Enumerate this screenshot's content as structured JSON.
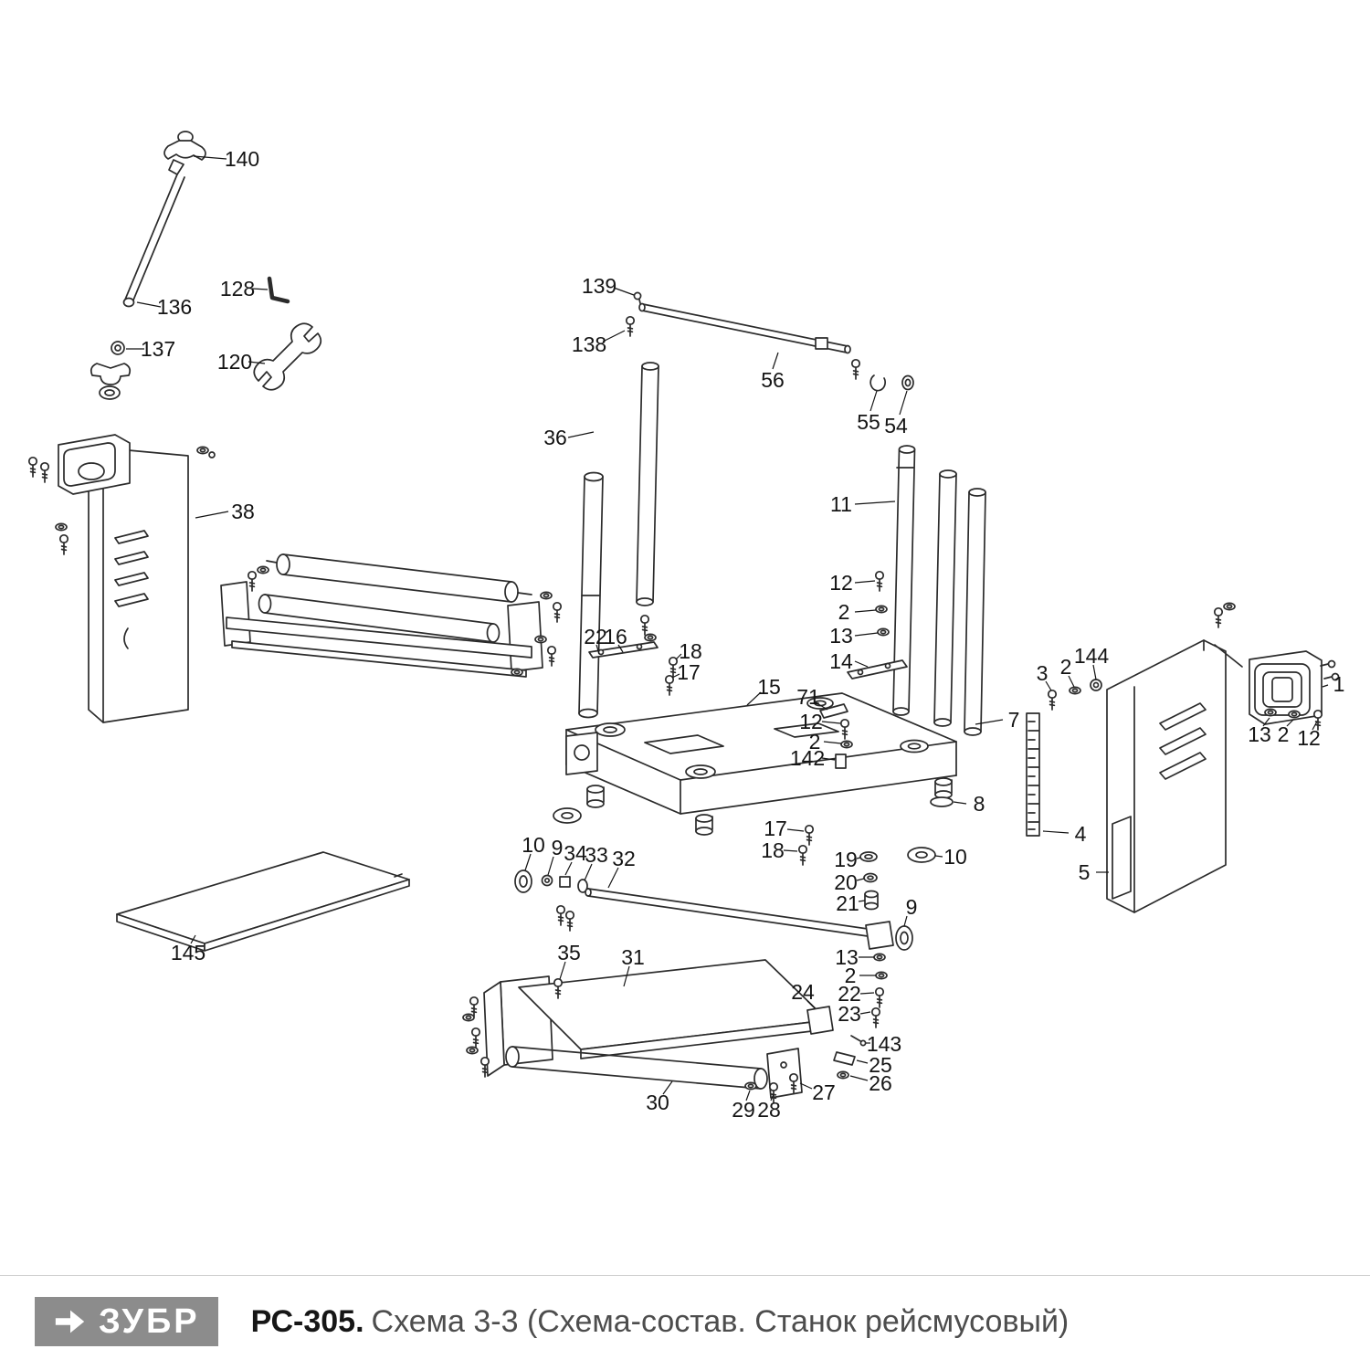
{
  "footer": {
    "brand": "ЗУБР",
    "model": "РС-305.",
    "title": "Схема 3-3 (Схема-состав. Станок рейсмусовый)"
  },
  "diagram": {
    "kind": "exploded-parts-diagram",
    "labels": [
      {
        "t": "140",
        "p": [
          265,
          174
        ],
        "l": [
          248,
          174,
          212,
          171
        ]
      },
      {
        "t": "136",
        "p": [
          191,
          336
        ],
        "l": [
          176,
          336,
          150,
          331
        ]
      },
      {
        "t": "128",
        "p": [
          260,
          316
        ],
        "l": [
          276,
          316,
          293,
          317
        ]
      },
      {
        "t": "137",
        "p": [
          173,
          382
        ],
        "l": [
          158,
          382,
          138,
          382
        ]
      },
      {
        "t": "120",
        "p": [
          257,
          396
        ],
        "l": [
          272,
          396,
          290,
          398
        ]
      },
      {
        "t": "139",
        "p": [
          656,
          313
        ],
        "l": [
          672,
          315,
          694,
          323
        ]
      },
      {
        "t": "138",
        "p": [
          645,
          377
        ],
        "l": [
          660,
          374,
          684,
          362
        ]
      },
      {
        "t": "56",
        "p": [
          846,
          416
        ],
        "l": [
          846,
          404,
          852,
          386
        ]
      },
      {
        "t": "55",
        "p": [
          951,
          462
        ],
        "l": [
          953,
          450,
          960,
          428
        ]
      },
      {
        "t": "54",
        "p": [
          981,
          466
        ],
        "l": [
          985,
          454,
          993,
          428
        ]
      },
      {
        "t": "36",
        "p": [
          608,
          479
        ],
        "l": [
          622,
          479,
          650,
          473
        ]
      },
      {
        "t": "38",
        "p": [
          266,
          560
        ],
        "l": [
          250,
          560,
          214,
          567
        ]
      },
      {
        "t": "11",
        "p": [
          921,
          552
        ],
        "l": [
          936,
          552,
          980,
          549
        ]
      },
      {
        "t": "12",
        "p": [
          921,
          638
        ],
        "l": [
          936,
          638,
          958,
          636
        ]
      },
      {
        "t": "2",
        "p": [
          924,
          670
        ],
        "l": [
          936,
          670,
          959,
          668
        ]
      },
      {
        "t": "13",
        "p": [
          921,
          696
        ],
        "l": [
          936,
          696,
          961,
          693
        ]
      },
      {
        "t": "14",
        "p": [
          921,
          724
        ],
        "l": [
          936,
          724,
          950,
          730
        ]
      },
      {
        "t": "22",
        "p": [
          652,
          697
        ],
        "l": [
          653,
          706,
          656,
          716
        ]
      },
      {
        "t": "16",
        "p": [
          674,
          697
        ],
        "l": [
          677,
          706,
          682,
          714
        ]
      },
      {
        "t": "18",
        "p": [
          756,
          713
        ],
        "l": [
          746,
          716,
          740,
          722
        ]
      },
      {
        "t": "17",
        "p": [
          754,
          736
        ],
        "l": [
          744,
          738,
          736,
          742
        ]
      },
      {
        "t": "15",
        "p": [
          842,
          752
        ],
        "l": [
          833,
          758,
          818,
          772
        ]
      },
      {
        "t": "71",
        "p": [
          885,
          763
        ],
        "l": [
          893,
          769,
          906,
          777
        ]
      },
      {
        "t": "12",
        "p": [
          888,
          790
        ],
        "l": [
          900,
          790,
          920,
          792
        ]
      },
      {
        "t": "2",
        "p": [
          892,
          812
        ],
        "l": [
          902,
          812,
          921,
          814
        ]
      },
      {
        "t": "142",
        "p": [
          884,
          830
        ],
        "l": [
          900,
          830,
          914,
          832
        ]
      },
      {
        "t": "7",
        "p": [
          1110,
          788
        ],
        "l": [
          1098,
          788,
          1068,
          793
        ]
      },
      {
        "t": "3",
        "p": [
          1141,
          737
        ],
        "l": [
          1145,
          746,
          1151,
          756
        ]
      },
      {
        "t": "2",
        "p": [
          1167,
          730
        ],
        "l": [
          1170,
          740,
          1176,
          752
        ]
      },
      {
        "t": "144",
        "p": [
          1195,
          718
        ],
        "l": [
          1197,
          728,
          1200,
          744
        ]
      },
      {
        "t": "1",
        "p": [
          1466,
          749
        ],
        "l": [
          1454,
          750,
          1448,
          752
        ]
      },
      {
        "t": "13",
        "p": [
          1379,
          804
        ],
        "l": [
          1383,
          795,
          1390,
          786
        ]
      },
      {
        "t": "2",
        "p": [
          1405,
          804
        ],
        "l": [
          1409,
          795,
          1416,
          788
        ]
      },
      {
        "t": "12",
        "p": [
          1433,
          808
        ],
        "l": [
          1437,
          799,
          1442,
          790
        ]
      },
      {
        "t": "8",
        "p": [
          1072,
          880
        ],
        "l": [
          1058,
          880,
          1044,
          878
        ]
      },
      {
        "t": "17",
        "p": [
          849,
          907
        ],
        "l": [
          862,
          908,
          880,
          910
        ]
      },
      {
        "t": "18",
        "p": [
          846,
          931
        ],
        "l": [
          858,
          931,
          873,
          932
        ]
      },
      {
        "t": "19",
        "p": [
          926,
          941
        ],
        "l": [
          938,
          940,
          942,
          939
        ]
      },
      {
        "t": "20",
        "p": [
          926,
          966
        ],
        "l": [
          938,
          964,
          946,
          962
        ]
      },
      {
        "t": "21",
        "p": [
          928,
          989
        ],
        "l": [
          940,
          987,
          947,
          986
        ]
      },
      {
        "t": "10",
        "p": [
          1046,
          938
        ],
        "l": [
          1032,
          938,
          1024,
          937
        ]
      },
      {
        "t": "10",
        "p": [
          584,
          925
        ],
        "l": [
          581,
          935,
          575,
          953
        ]
      },
      {
        "t": "9",
        "p": [
          610,
          928
        ],
        "l": [
          606,
          938,
          600,
          958
        ]
      },
      {
        "t": "34",
        "p": [
          630,
          934
        ],
        "l": [
          626,
          944,
          619,
          958
        ]
      },
      {
        "t": "33",
        "p": [
          653,
          936
        ],
        "l": [
          648,
          946,
          640,
          964
        ]
      },
      {
        "t": "32",
        "p": [
          683,
          940
        ],
        "l": [
          677,
          950,
          666,
          972
        ]
      },
      {
        "t": "9",
        "p": [
          998,
          993
        ],
        "l": [
          993,
          1003,
          990,
          1014
        ]
      },
      {
        "t": "13",
        "p": [
          927,
          1048
        ],
        "l": [
          940,
          1048,
          957,
          1048
        ]
      },
      {
        "t": "2",
        "p": [
          931,
          1068
        ],
        "l": [
          941,
          1068,
          959,
          1068
        ]
      },
      {
        "t": "22",
        "p": [
          930,
          1088
        ],
        "l": [
          942,
          1088,
          957,
          1087
        ]
      },
      {
        "t": "23",
        "p": [
          930,
          1110
        ],
        "l": [
          942,
          1110,
          953,
          1108
        ]
      },
      {
        "t": "24",
        "p": [
          879,
          1086
        ],
        "l": [
          884,
          1096,
          892,
          1104
        ]
      },
      {
        "t": "143",
        "p": [
          968,
          1143
        ],
        "l": [
          953,
          1142,
          948,
          1142
        ]
      },
      {
        "t": "25",
        "p": [
          964,
          1166
        ],
        "l": [
          950,
          1164,
          938,
          1161
        ]
      },
      {
        "t": "26",
        "p": [
          964,
          1186
        ],
        "l": [
          950,
          1183,
          931,
          1178
        ]
      },
      {
        "t": "27",
        "p": [
          902,
          1196
        ],
        "l": [
          889,
          1192,
          876,
          1186
        ]
      },
      {
        "t": "28",
        "p": [
          842,
          1215
        ],
        "l": [
          844,
          1205,
          847,
          1198
        ]
      },
      {
        "t": "29",
        "p": [
          814,
          1215
        ],
        "l": [
          817,
          1205,
          821,
          1194
        ]
      },
      {
        "t": "30",
        "p": [
          720,
          1207
        ],
        "l": [
          726,
          1198,
          736,
          1184
        ]
      },
      {
        "t": "31",
        "p": [
          693,
          1048
        ],
        "l": [
          689,
          1058,
          683,
          1080
        ]
      },
      {
        "t": "35",
        "p": [
          623,
          1043
        ],
        "l": [
          619,
          1053,
          613,
          1072
        ]
      },
      {
        "t": "145",
        "p": [
          206,
          1043
        ],
        "l": [
          209,
          1033,
          214,
          1024
        ]
      },
      {
        "t": "5",
        "p": [
          1187,
          955
        ],
        "l": [
          1200,
          955,
          1214,
          955
        ]
      },
      {
        "t": "4",
        "p": [
          1183,
          913
        ],
        "l": [
          1170,
          912,
          1142,
          910
        ]
      }
    ]
  }
}
